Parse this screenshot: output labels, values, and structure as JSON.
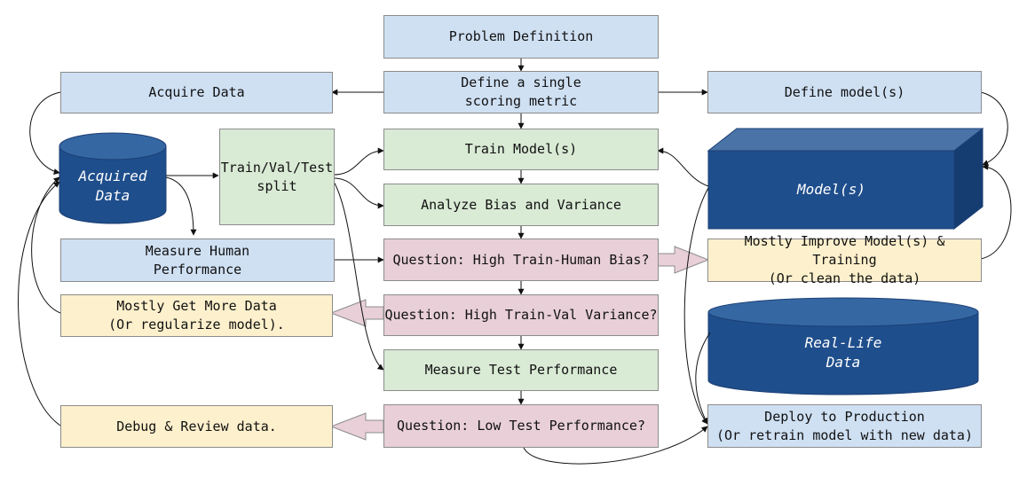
{
  "nodes": {
    "problem_definition": "Problem Definition",
    "define_metric": "Define a single\nscoring metric",
    "acquire_data": "Acquire Data",
    "define_models": "Define model(s)",
    "acquired_data": "Acquired\nData",
    "split": "Train/Val/Test\nsplit",
    "train_models": "Train Model(s)",
    "analyze_bias": "Analyze Bias and Variance",
    "models_block": "Model(s)",
    "human_performance": "Measure Human\nPerformance",
    "q_bias": "Question: High Train-Human Bias?",
    "improve_models": "Mostly Improve Model(s) & Training\n(Or clean the data)",
    "get_more_data": "Mostly Get More Data\n(Or regularize model).",
    "q_variance": "Question: High Train-Val Variance?",
    "real_life_data": "Real-Life\nData",
    "measure_test": "Measure Test Performance",
    "debug_review": "Debug & Review data.",
    "q_test": "Question: Low Test Performance?",
    "deploy": "Deploy to Production\n(Or retrain model with new data)"
  },
  "colors": {
    "blue_box": "#cfe0f3",
    "green_box": "#d9ead5",
    "pink_box": "#e8cfd8",
    "yellow_box": "#fdf0cc",
    "navy_shape": "#1f4e8c",
    "border": "#8c8c8c"
  }
}
